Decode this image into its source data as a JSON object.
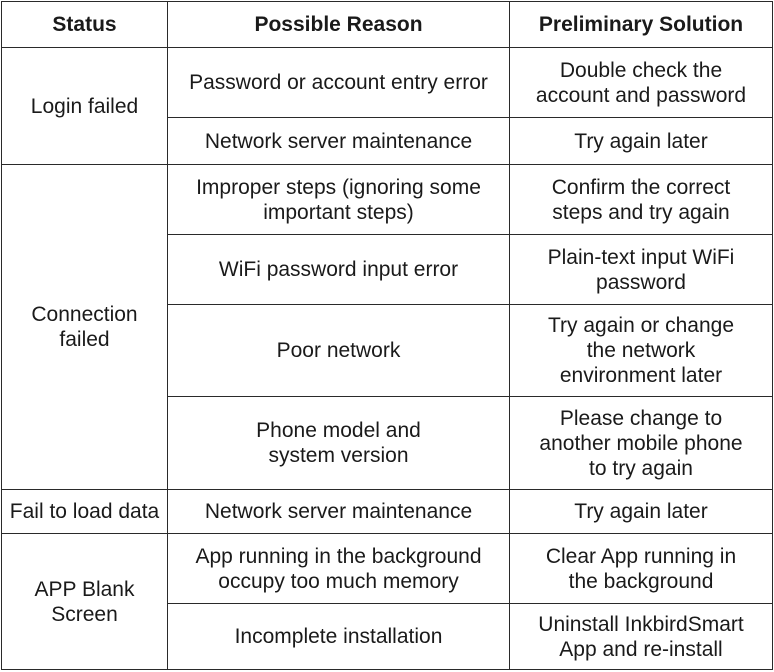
{
  "table": {
    "headers": [
      "Status",
      "Possible Reason",
      "Preliminary Solution"
    ],
    "groups": [
      {
        "status": "Login failed",
        "rows": [
          {
            "reason": "Password or account entry error",
            "solution": "Double check the\naccount and password"
          },
          {
            "reason": "Network server maintenance",
            "solution": "Try again later"
          }
        ]
      },
      {
        "status": "Connection\nfailed",
        "rows": [
          {
            "reason": "Improper steps (ignoring some\nimportant steps)",
            "solution": "Confirm the correct\nsteps and try again"
          },
          {
            "reason": "WiFi password input error",
            "solution": "Plain-text input WiFi\npassword"
          },
          {
            "reason": "Poor network",
            "solution": "Try again or change\nthe network\nenvironment later"
          },
          {
            "reason": "Phone model and\nsystem version",
            "solution": "Please change to\nanother mobile phone\nto try again"
          }
        ]
      },
      {
        "status": "Fail to load data",
        "rows": [
          {
            "reason": "Network server maintenance",
            "solution": "Try again later"
          }
        ]
      },
      {
        "status": "APP Blank\nScreen",
        "rows": [
          {
            "reason": "App running in the background\noccupy too much memory",
            "solution": "Clear App running in\nthe background"
          },
          {
            "reason": "Incomplete installation",
            "solution": "Uninstall InkbirdSmart\nApp and re-install"
          }
        ]
      }
    ]
  }
}
